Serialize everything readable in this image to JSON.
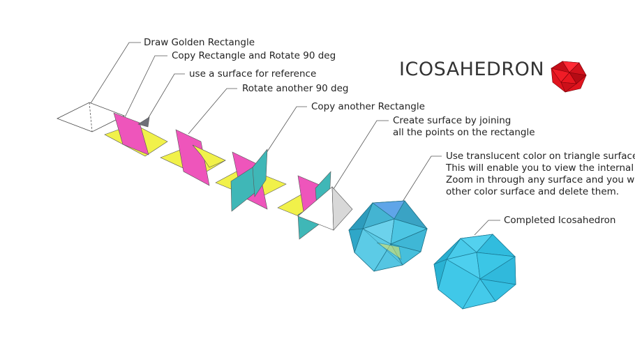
{
  "title": "ICOSAHEDRON",
  "steps": [
    {
      "text": "Draw Golden Rectangle"
    },
    {
      "text": "Copy Rectangle and Rotate 90 deg"
    },
    {
      "text": "use a surface for reference"
    },
    {
      "text": "Rotate another 90 deg"
    },
    {
      "text": "Copy another Rectangle"
    },
    {
      "text": "Create surface by joining\nall the points on the rectangle"
    },
    {
      "text": "Use translucent color on triangle surface.\nThis will enable you to view the internal su\nZoom in through any surface and you will \nother color surface and delete them."
    },
    {
      "text": "Completed Icosahedron"
    }
  ],
  "colors": {
    "magenta": "#ee55bb",
    "yellow": "#f1f14a",
    "teal": "#3fb7b7",
    "cyan": "#3bc4e0",
    "red": "#e0141e"
  }
}
